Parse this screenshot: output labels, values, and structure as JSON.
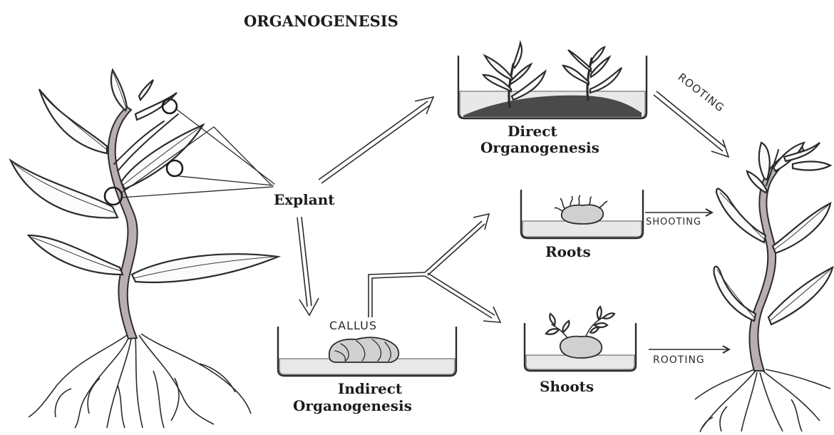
{
  "title": "ORGANOGENESIS",
  "labels": {
    "explant": "Explant",
    "direct_line1": "Direct",
    "direct_line2": "Organogenesis",
    "indirect_line1": "Indirect",
    "indirect_line2": "Organogenesis",
    "roots": "Roots",
    "shoots": "Shoots",
    "callus": "CALLUS",
    "rooting_top": "ROOTING",
    "shooting": "SHOOTING",
    "rooting_bottom": "ROOTING"
  },
  "colors": {
    "ink": "#2b2b2b",
    "stem_fill": "#b8aeb4",
    "medium_fill": "#e8e8e8",
    "callus_fill": "#d0d0d0"
  }
}
